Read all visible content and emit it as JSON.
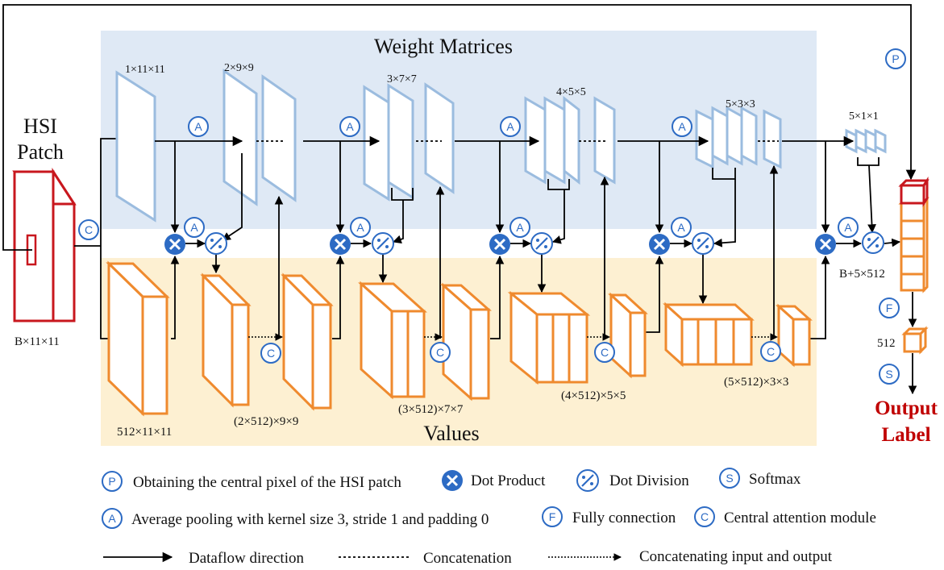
{
  "regions": {
    "weights_title": "Weight Matrices",
    "values_title": "Values"
  },
  "input": {
    "title_line1": "HSI",
    "title_line2": "Patch",
    "dims": "B×11×11"
  },
  "weight_dims": [
    "1×11×11",
    "2×9×9",
    "3×7×7",
    "4×5×5",
    "5×3×3",
    "5×1×1"
  ],
  "value_dims": [
    "512×11×11",
    "(2×512)×9×9",
    "(3×512)×7×7",
    "(4×512)×5×5",
    "(5×512)×3×3"
  ],
  "output": {
    "dims_concat": "B+5×512",
    "dims_fc": "512",
    "label_line1": "Output",
    "label_line2": "Label"
  },
  "symbols": {
    "P": "P",
    "A": "A",
    "C": "C",
    "F": "F",
    "S": "S"
  },
  "legend": {
    "P": "Obtaining the central pixel of the HSI patch",
    "dot_product": "Dot Product",
    "dot_division": "Dot Division",
    "S": "Softmax",
    "A": "Average pooling with kernel size 3, stride 1 and padding 0",
    "F": "Fully connection",
    "C": "Central attention module",
    "dataflow": "Dataflow direction",
    "concatenation": "Concatenation",
    "concat_io": "Concatenating input and output"
  },
  "colors": {
    "weights_bg": "#dfe9f5",
    "values_bg": "#fdf0d2",
    "weight_edge": "#9bbcdf",
    "value_edge": "#ef8a2e",
    "input_edge": "#c8171e",
    "symbol_blue": "#2d6bc4",
    "output_label": "#c00000"
  }
}
